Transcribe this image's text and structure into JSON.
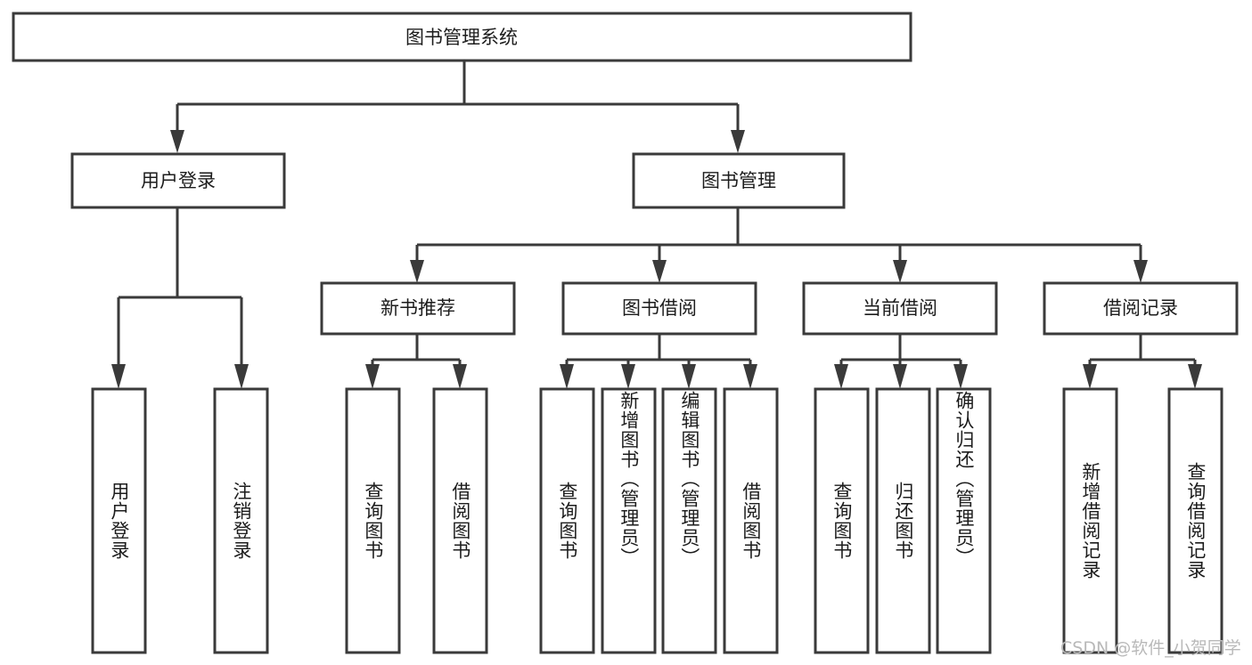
{
  "diagram": {
    "type": "tree-hierarchy-chart",
    "title": "图书管理系统",
    "orientation": "top-down",
    "box_fill": "#ffffff",
    "box_stroke": "#3a3a3a",
    "text_color": "#1c1c1c",
    "background": "#ffffff"
  },
  "root": {
    "label": "图书管理系统"
  },
  "level1": [
    {
      "label": "用户登录"
    },
    {
      "label": "图书管理"
    }
  ],
  "level2": [
    {
      "label": "新书推荐"
    },
    {
      "label": "图书借阅"
    },
    {
      "label": "当前借阅"
    },
    {
      "label": "借阅记录"
    }
  ],
  "leaves": {
    "user_login": [
      {
        "label": "用户登录"
      },
      {
        "label": "注销登录"
      }
    ],
    "new_book_recommend": [
      {
        "label": "查询图书"
      },
      {
        "label": "借阅图书"
      }
    ],
    "book_borrow": [
      {
        "label": "查询图书"
      },
      {
        "label": "新增图书（管理员）"
      },
      {
        "label": "编辑图书（管理员）"
      },
      {
        "label": "借阅图书"
      }
    ],
    "current_borrow": [
      {
        "label": "查询图书"
      },
      {
        "label": "归还图书"
      },
      {
        "label": "确认归还（管理员）"
      }
    ],
    "borrow_record": [
      {
        "label": "新增借阅记录"
      },
      {
        "label": "查询借阅记录"
      }
    ]
  },
  "watermark": {
    "text": "CSDN @软件_小贺同学",
    "color": "#b9b9b9"
  }
}
